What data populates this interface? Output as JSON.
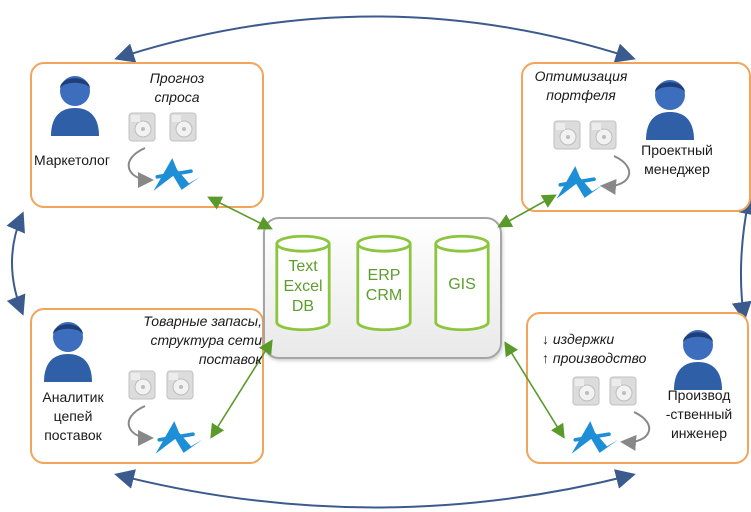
{
  "roles": {
    "marketer": {
      "name": "Маркетолог",
      "task_lines": [
        "Прогноз",
        "спроса"
      ]
    },
    "project_manager": {
      "name_lines": [
        "Проектный",
        "менеджер"
      ],
      "task_lines": [
        "Оптимизация",
        "портфеля"
      ]
    },
    "supply_analyst": {
      "name_lines": [
        "Аналитик",
        "цепей",
        "поставок"
      ],
      "task_lines": [
        "Товарные запасы,",
        "структура сети",
        "поставок"
      ]
    },
    "production_engineer": {
      "name_lines": [
        "Производ",
        "-ственный",
        "инженер"
      ],
      "task_lines": [
        "↓ издержки",
        "↑ производство"
      ]
    }
  },
  "data_sources": [
    {
      "lines": [
        "Text",
        "Excel",
        "DB"
      ]
    },
    {
      "lines": [
        "ERP",
        "CRM"
      ]
    },
    {
      "lines": [
        "GIS"
      ]
    }
  ],
  "colors": {
    "box_border": "#f2a45a",
    "db_green": "#8cc63f",
    "arrow_green": "#5a9a2a",
    "cycle_blue": "#3b5b8e",
    "person_blue": "#2f5fa6"
  }
}
